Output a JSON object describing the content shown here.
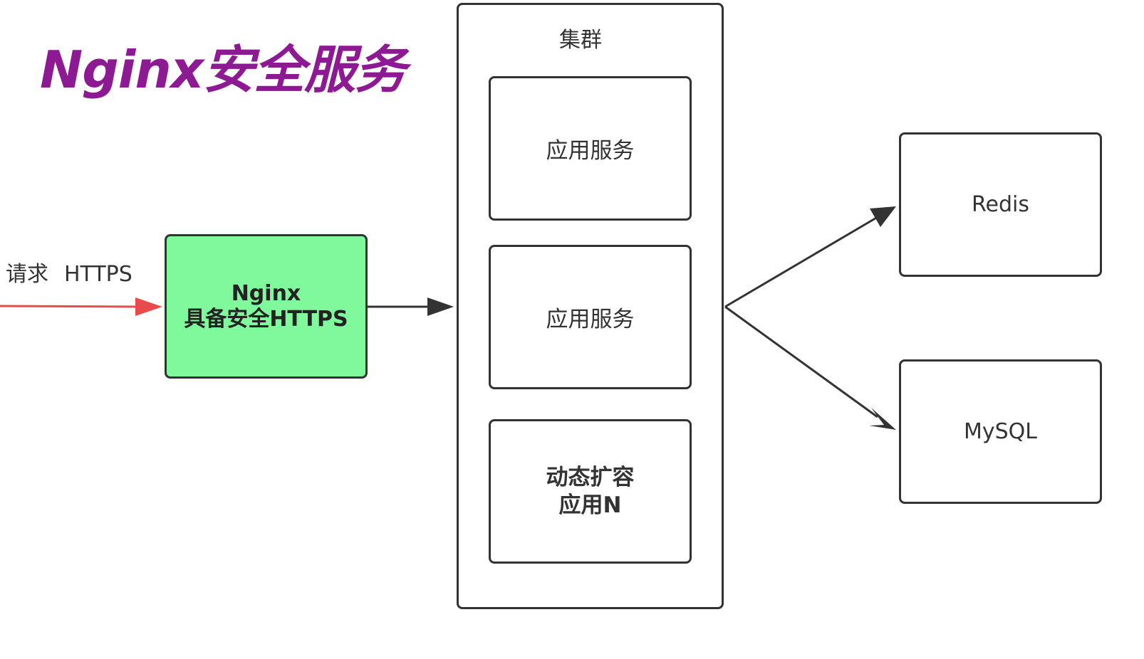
{
  "title": "Nginx安全服务",
  "request": {
    "label": "请求",
    "protocol": "HTTPS"
  },
  "nginx": {
    "line1": "Nginx",
    "line2": "具备安全HTTPS"
  },
  "cluster": {
    "label": "集群",
    "apps": [
      {
        "label": "应用服务"
      },
      {
        "label": "应用服务"
      },
      {
        "line1": "动态扩容",
        "line2": "应用N"
      }
    ]
  },
  "stores": {
    "redis": "Redis",
    "mysql": "MySQL"
  },
  "colors": {
    "title": "#8e1a93",
    "nginx_fill": "#80f89c",
    "request_arrow": "#e94a4a",
    "stroke": "#333333"
  }
}
